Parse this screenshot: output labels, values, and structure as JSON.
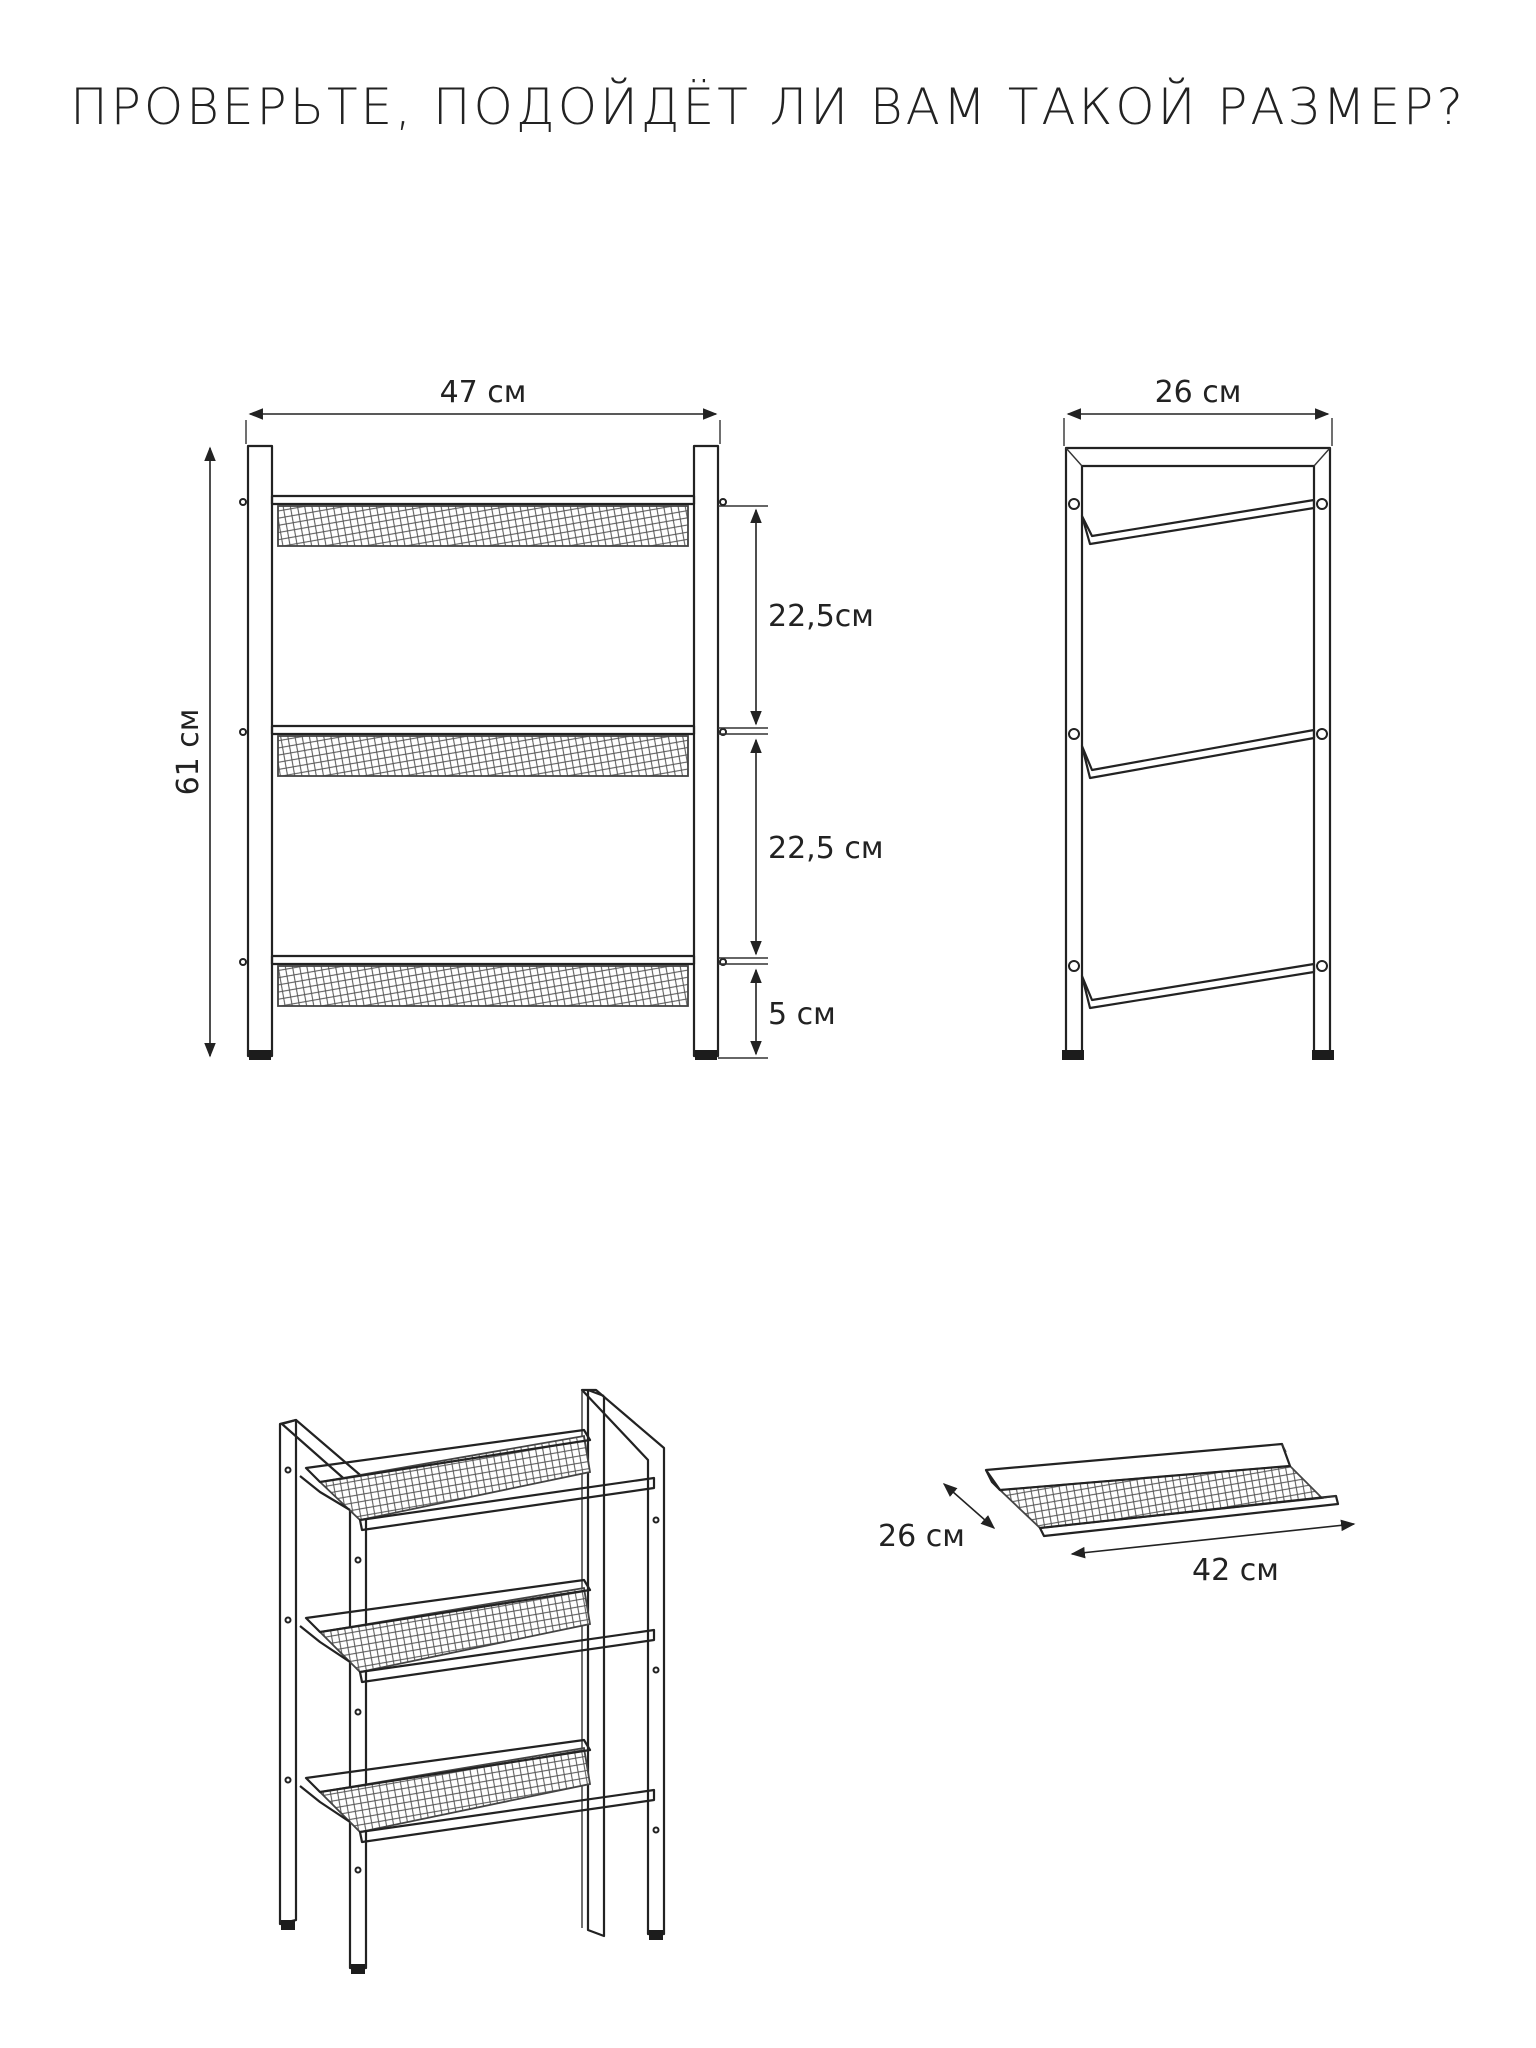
{
  "title": "ПРОВЕРЬТЕ, ПОДОЙДЁТ ЛИ ВАМ ТАКОЙ РАЗМЕР?",
  "front_view": {
    "width_label": "47 см",
    "height_label": "61 см",
    "gap_top_label": "22,5см",
    "gap_middle_label": "22,5 см",
    "bottom_clearance_label": "5 см"
  },
  "side_view": {
    "depth_label": "26 см"
  },
  "shelf_view": {
    "depth_label": "26 см",
    "length_label": "42 см"
  },
  "colors": {
    "line": "#222222",
    "background": "#ffffff"
  }
}
